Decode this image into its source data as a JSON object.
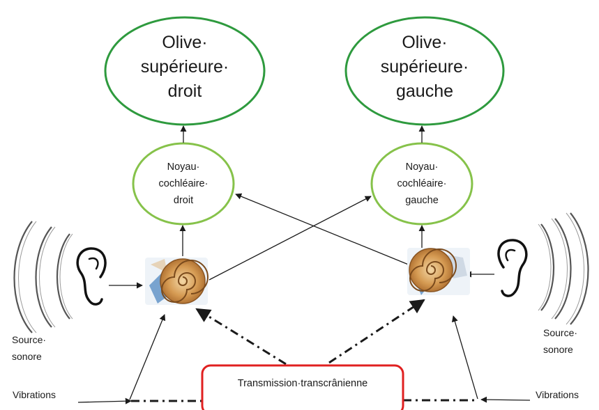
{
  "olive_right": [
    "Olive·",
    "supérieure·",
    "droit"
  ],
  "olive_left": [
    "Olive·",
    "supérieure·",
    "gauche"
  ],
  "cochlear_right": [
    "Noyau·",
    "cochléaire·",
    "droit"
  ],
  "cochlear_left": [
    "Noyau·",
    "cochléaire·",
    "gauche"
  ],
  "source_left": [
    "Source·",
    "sonore"
  ],
  "source_right": [
    "Source·",
    "sonore"
  ],
  "vibrations_left": "Vibrations",
  "vibrations_right": "Vibrations",
  "transmission": "Transmission·transcrânienne",
  "colors": {
    "olive_stroke": "#2e9a3e",
    "cochlear_stroke": "#86c24a",
    "transmission_stroke": "#e02020",
    "line": "#1a1a1a",
    "shell": "#c98a3e"
  },
  "icons": [
    "ear-icon",
    "cochlea-icon",
    "sound-wave-icon"
  ]
}
